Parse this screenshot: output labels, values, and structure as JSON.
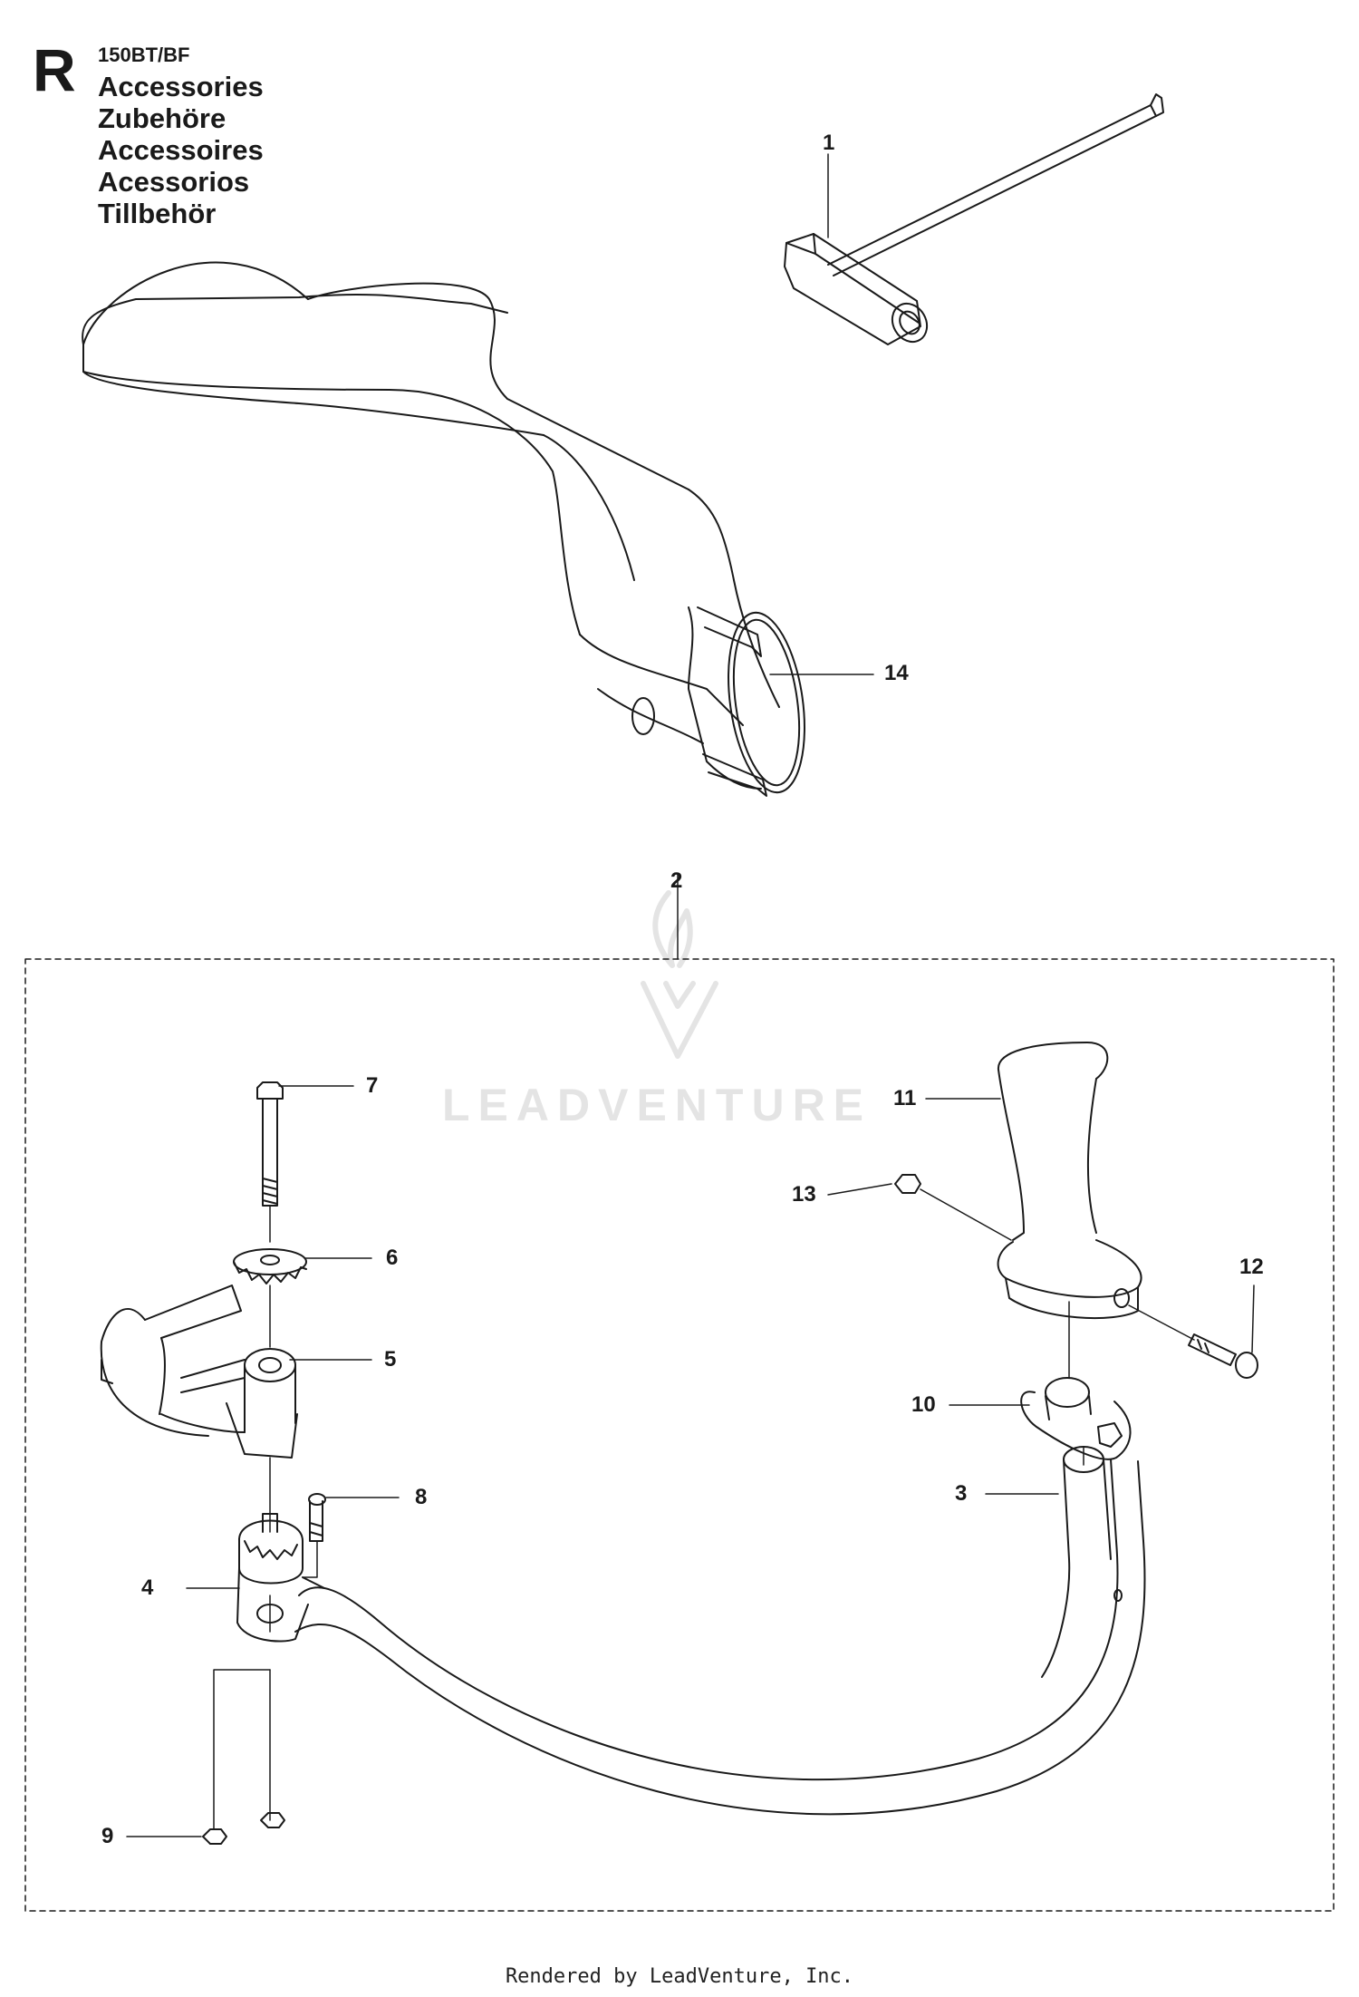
{
  "header": {
    "section_letter": "R",
    "model": "150BT/BF",
    "titles": [
      "Accessories",
      "Zubehöre",
      "Accessoires",
      "Acessorios",
      "Tillbehör"
    ]
  },
  "callouts": [
    {
      "id": "1",
      "label": "1"
    },
    {
      "id": "14",
      "label": "14"
    },
    {
      "id": "2",
      "label": "2"
    },
    {
      "id": "7",
      "label": "7"
    },
    {
      "id": "6",
      "label": "6"
    },
    {
      "id": "5",
      "label": "5"
    },
    {
      "id": "8",
      "label": "8"
    },
    {
      "id": "4",
      "label": "4"
    },
    {
      "id": "9",
      "label": "9"
    },
    {
      "id": "11",
      "label": "11"
    },
    {
      "id": "13",
      "label": "13"
    },
    {
      "id": "12",
      "label": "12"
    },
    {
      "id": "10",
      "label": "10"
    },
    {
      "id": "3",
      "label": "3"
    }
  ],
  "watermark": "LEADVENTURE",
  "footer": "Rendered by LeadVenture, Inc.",
  "colors": {
    "line": "#1a1a1a",
    "watermark": "#e4e4e4",
    "background": "#ffffff"
  }
}
